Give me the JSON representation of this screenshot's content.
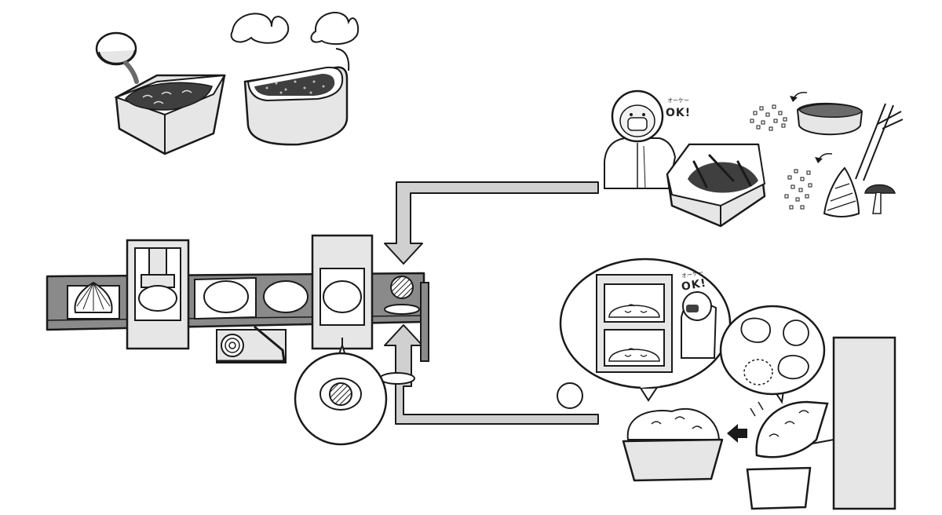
{
  "labels": {
    "ok_top": "OK!",
    "ok_top_kana": "オーケー",
    "ok_inner": "OK!",
    "ok_inner_kana": "オーケー"
  },
  "colors": {
    "belt": "#8a8a8a",
    "arrow_fill": "#d0d0d0",
    "filling": "#3f3f3f",
    "outline": "#1a1a1a",
    "panel": "#e6e6e6"
  }
}
